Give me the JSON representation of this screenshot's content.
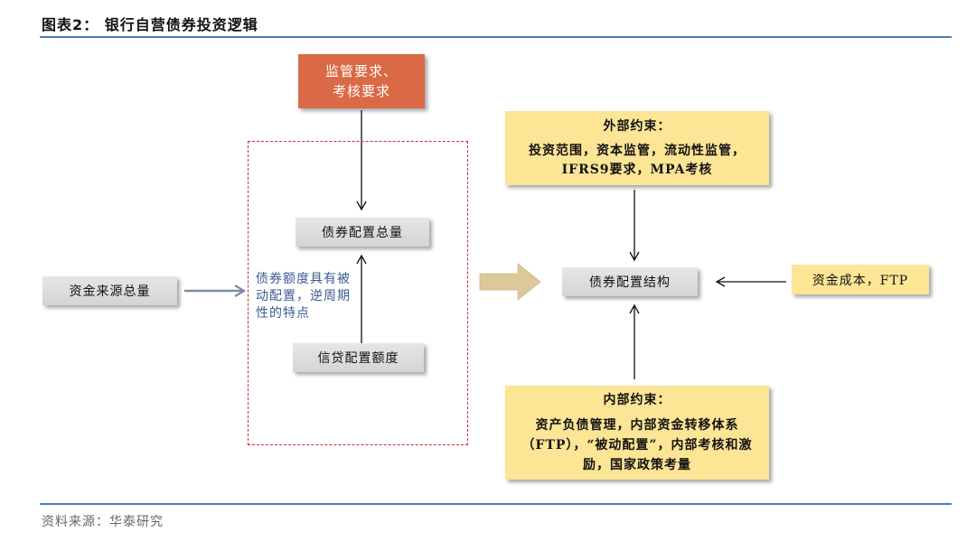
{
  "header": {
    "title": "图表2： 银行自营债券投资逻辑"
  },
  "footer": {
    "source": "资料来源：华泰研究"
  },
  "diagram": {
    "regulatory": {
      "line1": "监管要求、",
      "line2": "考核要求"
    },
    "bond_total": "债券配置总量",
    "credit_quota": "信贷配置额度",
    "funds_total": "资金来源总量",
    "note": "债券额度具有被动配置，逆周期性的特点",
    "bond_structure": "债券配置结构",
    "funding_cost": "资金成本，FTP",
    "external": {
      "heading": "外部约束：",
      "body": "投资范围，资本监管，流动性监管，IFRS9要求，MPA考核"
    },
    "internal": {
      "heading": "内部约束：",
      "body": "资产负债管理，内部资金转移体系（FTP），“被动配置”，内部考核和激励，国家政策考量"
    }
  },
  "colors": {
    "accent_rule": "#4f7ab8",
    "orange_box": "#d96a45",
    "yellow_box": "#fde596",
    "dashed_border": "#d9262b",
    "note_text": "#3d5a92",
    "big_arrow": "#dcc99a"
  }
}
